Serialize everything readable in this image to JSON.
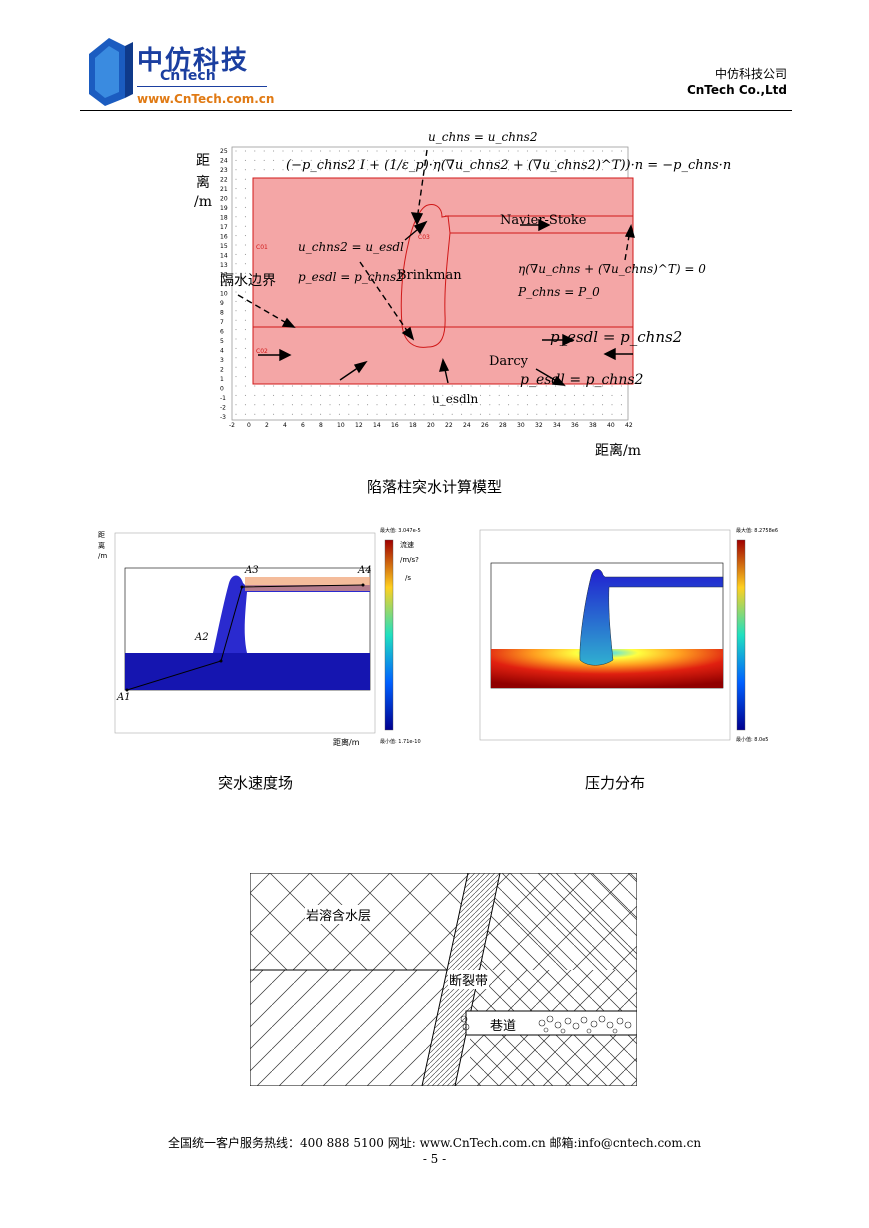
{
  "header": {
    "logo_cn": "中仿科技",
    "logo_en": "CnTech",
    "logo_url": "www.CnTech.com.cn",
    "company_cn": "中仿科技公司",
    "company_en": "CnTech Co.,Ltd"
  },
  "figure1": {
    "y_axis_label_1": "距",
    "y_axis_label_2": "离",
    "y_axis_label_3": "/m",
    "x_axis_label": "距离/m",
    "x_ticks": [
      "-2",
      "0",
      "2",
      "4",
      "6",
      "8",
      "10",
      "12",
      "14",
      "16",
      "18",
      "20",
      "22",
      "24",
      "26",
      "28",
      "30",
      "32",
      "34",
      "36",
      "38",
      "40",
      "42"
    ],
    "y_ticks": [
      "25",
      "24",
      "23",
      "22",
      "21",
      "20",
      "19",
      "18",
      "17",
      "16",
      "15",
      "14",
      "13",
      "12",
      "11",
      "10",
      "9",
      "8",
      "7",
      "6",
      "5",
      "4",
      "3",
      "2",
      "1",
      "0",
      "-1",
      "-2",
      "-3"
    ],
    "eq_top": "u_chns = u_chns2",
    "eq_top_full": "(−p_chns2 I + (1/ε_p)·η(∇u_chns2 + (∇u_chns2)^T))·n = −p_chns·n",
    "eq_left_1": "u_chns2 = u_esdl",
    "eq_left_2": "p_esdl = p_chns2",
    "eq_right_1": "η(∇u_chns + (∇u_chns)^T) = 0",
    "eq_right_2": "P_chns = P_0",
    "eq_mid": "p_esdl = p_chns2",
    "eq_bottom": "p_esdl = p_chns2",
    "label_navier": "Navier-Stoke",
    "label_brinkman": "Brinkman",
    "label_darcy": "Darcy",
    "label_boundary": "隔水边界",
    "label_inlet": "u_esdln",
    "sub_co1": "C01",
    "sub_co2": "C02",
    "sub_co3": "C03"
  },
  "caption1": "陷落柱突水计算模型",
  "figure2": {
    "y_label_1": "距",
    "y_label_2": "离",
    "y_label_3": "/m",
    "x_label": "距离/m",
    "points": [
      "A1",
      "A2",
      "A3",
      "A4"
    ],
    "legend_title": "流速",
    "legend_unit": "/m/s?",
    "legend_unit2": "/s",
    "legend_max": "最大值: 3.047e-5",
    "legend_min": "最小值: 1.71e-10"
  },
  "figure3": {
    "legend_max": "最大值: 8.2758e6",
    "legend_min": "最小值: 8.0e5"
  },
  "caption2": "突水速度场",
  "caption3": "压力分布",
  "figure4": {
    "label_aquifer": "岩溶含水层",
    "label_fault": "断裂带",
    "label_tunnel": "巷道"
  },
  "footer": {
    "line": "全国统一客户服务热线：400 888 5100    网址: www.CnTech.com.cn    邮箱:info@cntech.com.cn",
    "page": "- 5 -"
  },
  "colors": {
    "brand_blue": "#1b3fa0",
    "brand_orange": "#e07a14",
    "domain_pink": "#f4a6a6",
    "region_line": "#d01818"
  }
}
